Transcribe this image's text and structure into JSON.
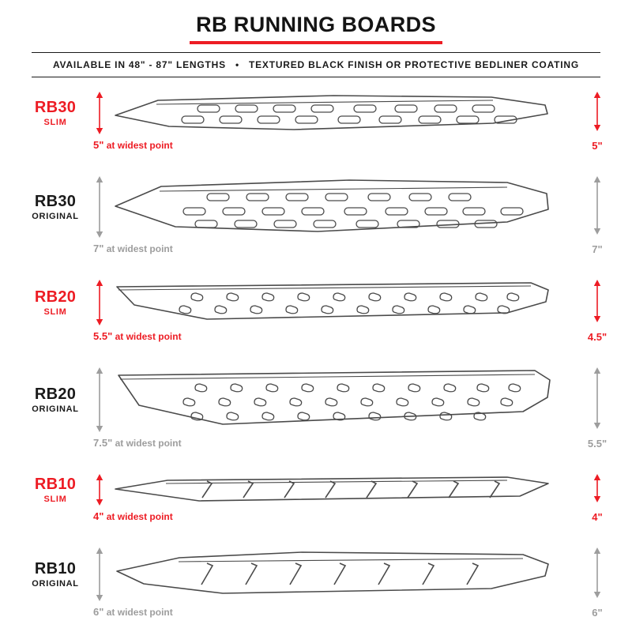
{
  "header": {
    "title": "RB RUNNING BOARDS",
    "subtitle_left": "AVAILABLE IN 48\" - 87\" LENGTHS",
    "subtitle_bullet": "•",
    "subtitle_right": "TEXTURED BLACK FINISH OR PROTECTIVE BEDLINER COATING"
  },
  "colors": {
    "red": "#ed1c24",
    "gray": "#9d9d9d",
    "dark": "#1a1a1a",
    "line": "#4a4a4a"
  },
  "boards": [
    {
      "model": "RB30",
      "variant": "SLIM",
      "accent": "red",
      "kind": "rb30-slim",
      "width_value": "5\"",
      "width_text": "at widest point",
      "height_value": "5\""
    },
    {
      "model": "RB30",
      "variant": "ORIGINAL",
      "accent": "gray",
      "kind": "rb30-original",
      "width_value": "7\"",
      "width_text": "at widest point",
      "height_value": "7\""
    },
    {
      "model": "RB20",
      "variant": "SLIM",
      "accent": "red",
      "kind": "rb20-slim",
      "width_value": "5.5\"",
      "width_text": "at widest point",
      "height_value": "4.5\""
    },
    {
      "model": "RB20",
      "variant": "ORIGINAL",
      "accent": "gray",
      "kind": "rb20-original",
      "width_value": "7.5\"",
      "width_text": "at widest point",
      "height_value": "5.5\""
    },
    {
      "model": "RB10",
      "variant": "SLIM",
      "accent": "red",
      "kind": "rb10-slim",
      "width_value": "4\"",
      "width_text": "at widest point",
      "height_value": "4\""
    },
    {
      "model": "RB10",
      "variant": "ORIGINAL",
      "accent": "gray",
      "kind": "rb10-original",
      "width_value": "6\"",
      "width_text": "at widest point",
      "height_value": "6\""
    }
  ]
}
